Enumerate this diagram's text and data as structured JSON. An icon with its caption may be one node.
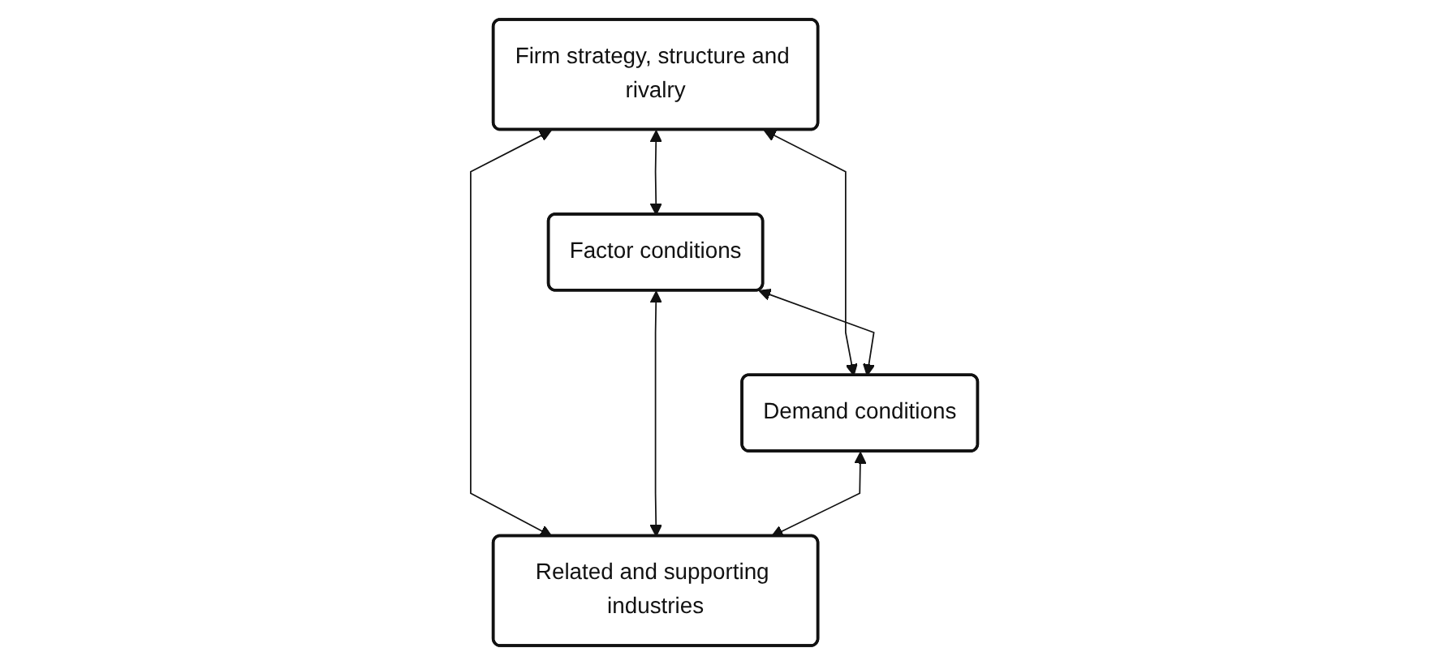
{
  "diagram": {
    "nodes": [
      {
        "text": [
          "Firm strategy, structure and rivalry"
        ]
      },
      {
        "text": [
          "Factor conditions"
        ]
      },
      {
        "text": [
          "Demand conditions"
        ]
      },
      {
        "text": [
          "Related and supporting industries"
        ]
      }
    ],
    "edges": [
      {
        "from": 0,
        "to": 1,
        "arrow": "both"
      },
      {
        "from": 0,
        "to": 2,
        "arrow": "both"
      },
      {
        "from": 1,
        "to": 2,
        "arrow": "both"
      },
      {
        "from": 0,
        "to": 3,
        "arrow": "both"
      },
      {
        "from": 1,
        "to": 3,
        "arrow": "both"
      },
      {
        "from": 2,
        "to": 3,
        "arrow": "both"
      }
    ]
  }
}
